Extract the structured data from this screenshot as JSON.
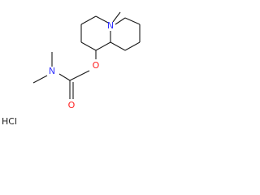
{
  "molecule": {
    "atoms": [
      {
        "id": "N_ring",
        "symbol": "N",
        "color": "#3333ff"
      },
      {
        "id": "O_ester",
        "symbol": "O",
        "color": "#ff2020"
      },
      {
        "id": "N_amide",
        "symbol": "N",
        "color": "#3333ff"
      },
      {
        "id": "O_carbonyl",
        "symbol": "O",
        "color": "#ff2020"
      }
    ],
    "salt": {
      "text": "HCl",
      "color": "#1a1a1a"
    }
  }
}
